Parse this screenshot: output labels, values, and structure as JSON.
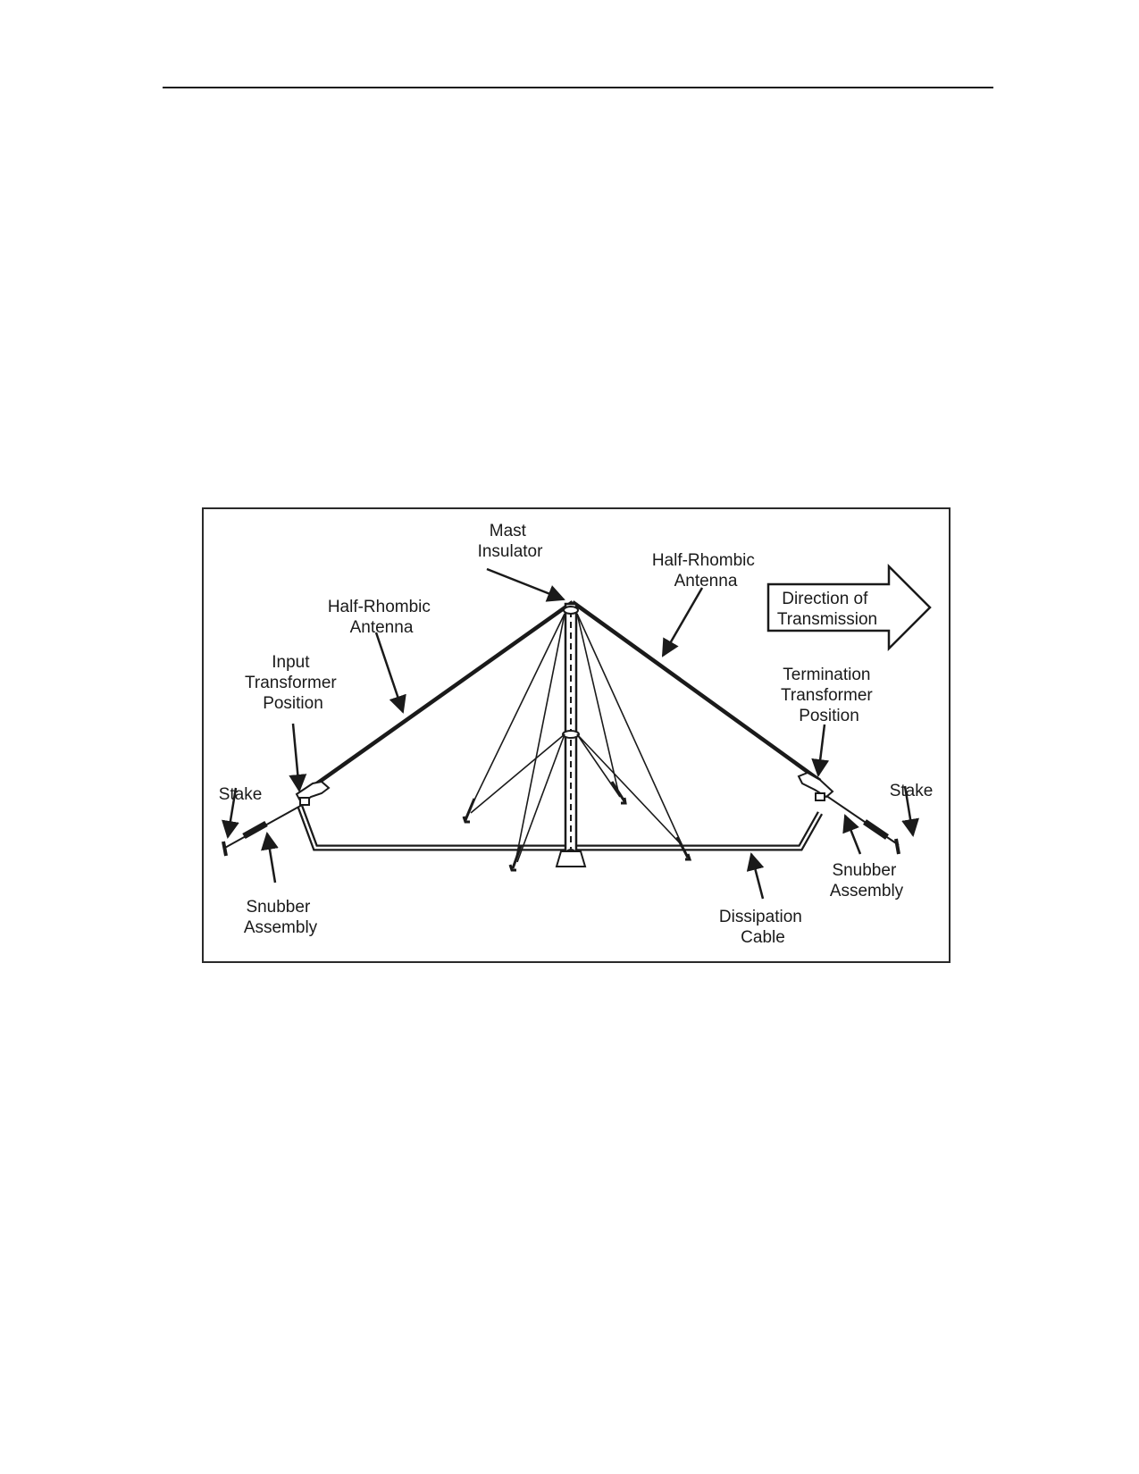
{
  "labels": {
    "mast_insulator": [
      "Mast",
      "Insulator"
    ],
    "half_rhombic_left": [
      "Half-Rhombic",
      "Antenna"
    ],
    "half_rhombic_right": [
      "Half-Rhombic",
      "Antenna"
    ],
    "direction": [
      "Direction of",
      "Transmission"
    ],
    "input_transformer": [
      "Input",
      "Transformer",
      "Position"
    ],
    "termination_transformer": [
      "Termination",
      "Transformer",
      "Position"
    ],
    "stake_left": "Stake",
    "stake_right": "Stake",
    "snubber_left": [
      "Snubber",
      "Assembly"
    ],
    "snubber_right": [
      "Snubber",
      "Assembly"
    ],
    "dissipation_cable": [
      "Dissipation",
      "Cable"
    ]
  },
  "icons": [
    "mast-icon",
    "guy-stake-icon",
    "snubber-icon",
    "transformer-icon",
    "direction-arrow-icon"
  ]
}
